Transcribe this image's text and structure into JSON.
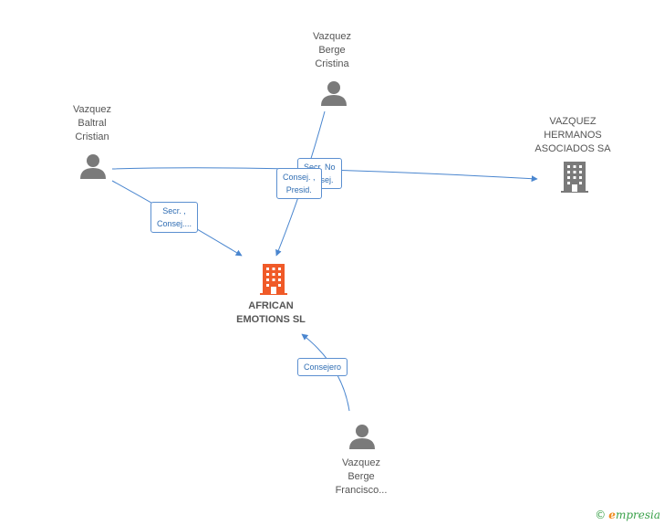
{
  "nodes": {
    "vazquez_berge_cristina": {
      "lines": [
        "Vazquez",
        "Berge",
        "Cristina"
      ]
    },
    "vazquez_baltral_cristian": {
      "lines": [
        "Vazquez",
        "Baltral",
        "Cristian"
      ]
    },
    "vazquez_hermanos": {
      "lines": [
        "VAZQUEZ",
        "HERMANOS",
        "ASOCIADOS SA"
      ]
    },
    "african_emotions": {
      "lines": [
        "AFRICAN",
        "EMOTIONS SL"
      ]
    },
    "vazquez_berge_francisco": {
      "lines": [
        "Vazquez",
        "Berge",
        "Francisco..."
      ]
    }
  },
  "edges": {
    "baltral_to_african": {
      "lines": [
        "Secr. ,",
        "Consej...."
      ]
    },
    "baltral_to_hermanos": {
      "lines": [
        "Secr.  No",
        "Consej."
      ]
    },
    "cristina_to_african": {
      "lines": [
        "Consej. ,",
        "Presid."
      ]
    },
    "francisco_to_african": {
      "lines": [
        "Consejero"
      ]
    }
  },
  "colors": {
    "person_icon": "#7a7a7a",
    "company_icon": "#7a7a7a",
    "main_company_icon": "#f05a28",
    "edge": "#4a86cf"
  },
  "footer": {
    "copyright": "©",
    "brand_initial": "e",
    "brand_rest": "mpresia"
  }
}
